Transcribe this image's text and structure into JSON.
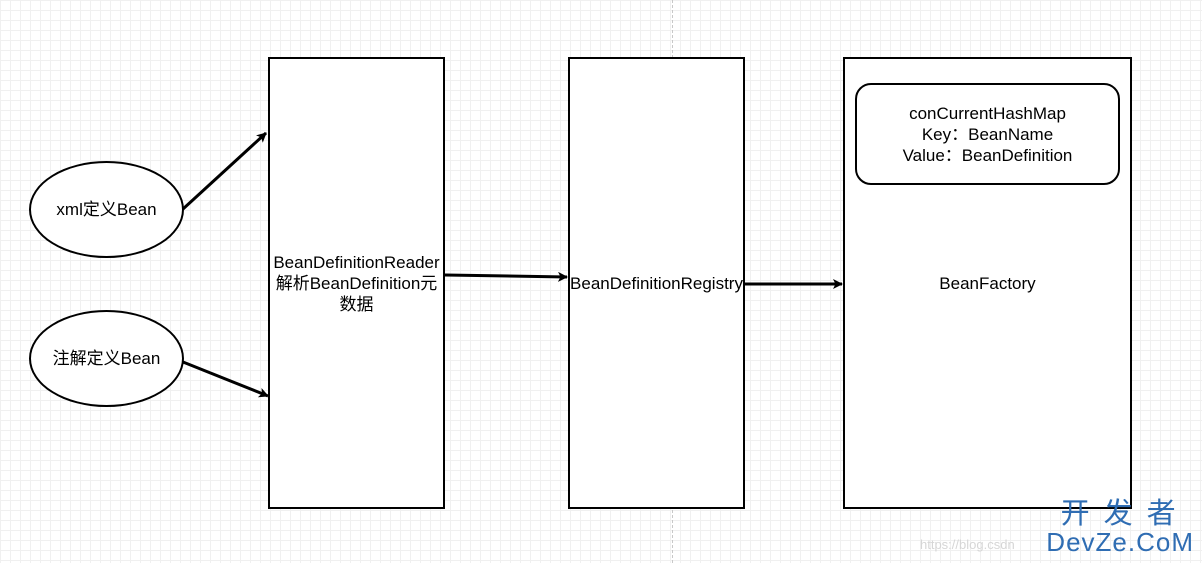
{
  "nodes": {
    "xml_bean": "xml定义Bean",
    "annotation_bean": "注解定义Bean",
    "reader_line1": "BeanDefinitionReader",
    "reader_line2": "解析BeanDefinition元数据",
    "registry": "BeanDefinitionRegistry",
    "factory": "BeanFactory",
    "map_line1": "conCurrentHashMap",
    "map_line2": "Key：BeanName",
    "map_line3": "Value：BeanDefinition"
  },
  "watermark": {
    "url": "https://blog.csdn",
    "brand_cn": "开发者",
    "brand_en": "DevZe.CoM"
  },
  "colors": {
    "stroke": "#000000",
    "grid": "#f0f0f0",
    "brand": "#2f6db3"
  }
}
